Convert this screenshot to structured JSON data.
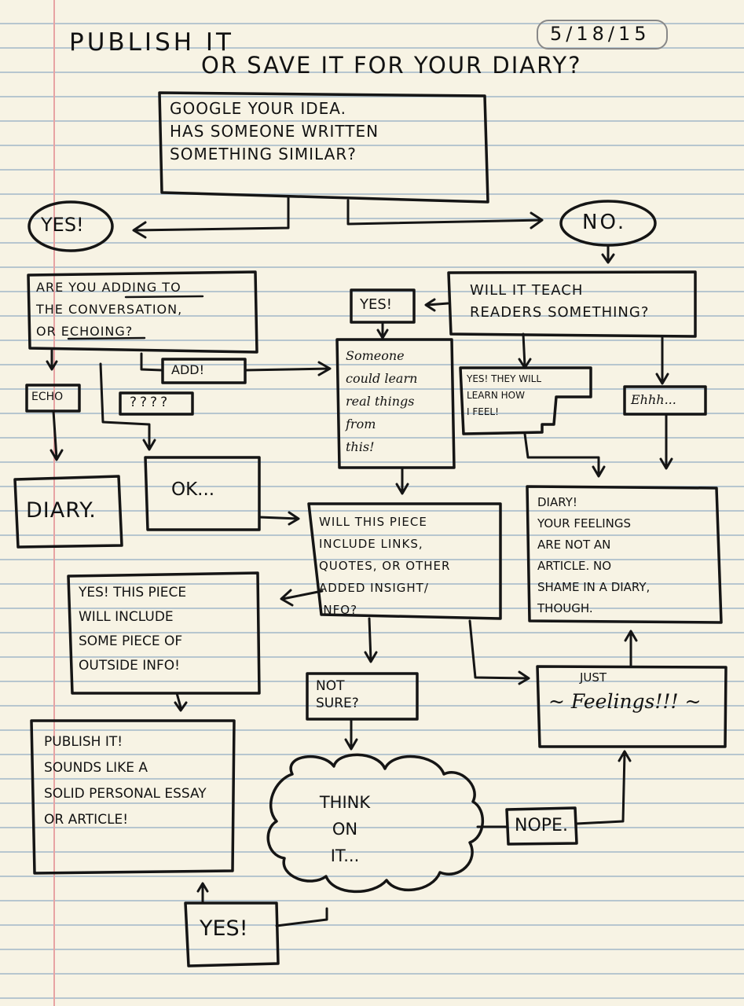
{
  "page": {
    "title_line1": "PUBLISH IT",
    "title_line2": "OR SAVE IT FOR YOUR DIARY?",
    "date": "5/18/15"
  },
  "nodes": {
    "google": "GOOGLE YOUR IDEA.\nHAS SOMEONE WRITTEN\nSOMETHING SIMILAR?",
    "yes_top": "YES!",
    "no_top": "NO.",
    "adding": "ARE YOU ADDING TO\nTHE CONVERSATION,\nOR ECHOING?",
    "teach": "WILL IT TEACH\nREADERS SOMETHING?",
    "yes_teach": "YES!",
    "add": "ADD!",
    "echo": "ECHO",
    "question": "????",
    "someone_learn": "Someone\ncould learn\nreal things\nfrom\nthis!",
    "learn_feel": "YES! THEY WILL\nLEARN HOW\nI FEEL!",
    "ehhh": "Ehhh...",
    "diary_left": "DIARY.",
    "ok": "OK...",
    "links": "WILL THIS PIECE\nINCLUDE LINKS,\nQUOTES, OR OTHER\nADDED INSIGHT/\nINFO?",
    "diary_right": "DIARY!\nYOUR FEELINGS\nARE NOT AN\nARTICLE. NO\nshame in a diary,\nthough.",
    "yes_include": "YES! THIS PIECE\nWILL INCLUDE\nsome piece of\noutside info!",
    "not_sure": "NOT\nSURE?",
    "just": "JUST",
    "feelings": "~ Feelings!!! ~",
    "publish": "PUBLISH IT!\nSounds like a\nsolid personal essay\nor article!",
    "think": "THINK\nON\nIT...",
    "nope": "NOPE.",
    "yes_bottom": "YES!"
  }
}
